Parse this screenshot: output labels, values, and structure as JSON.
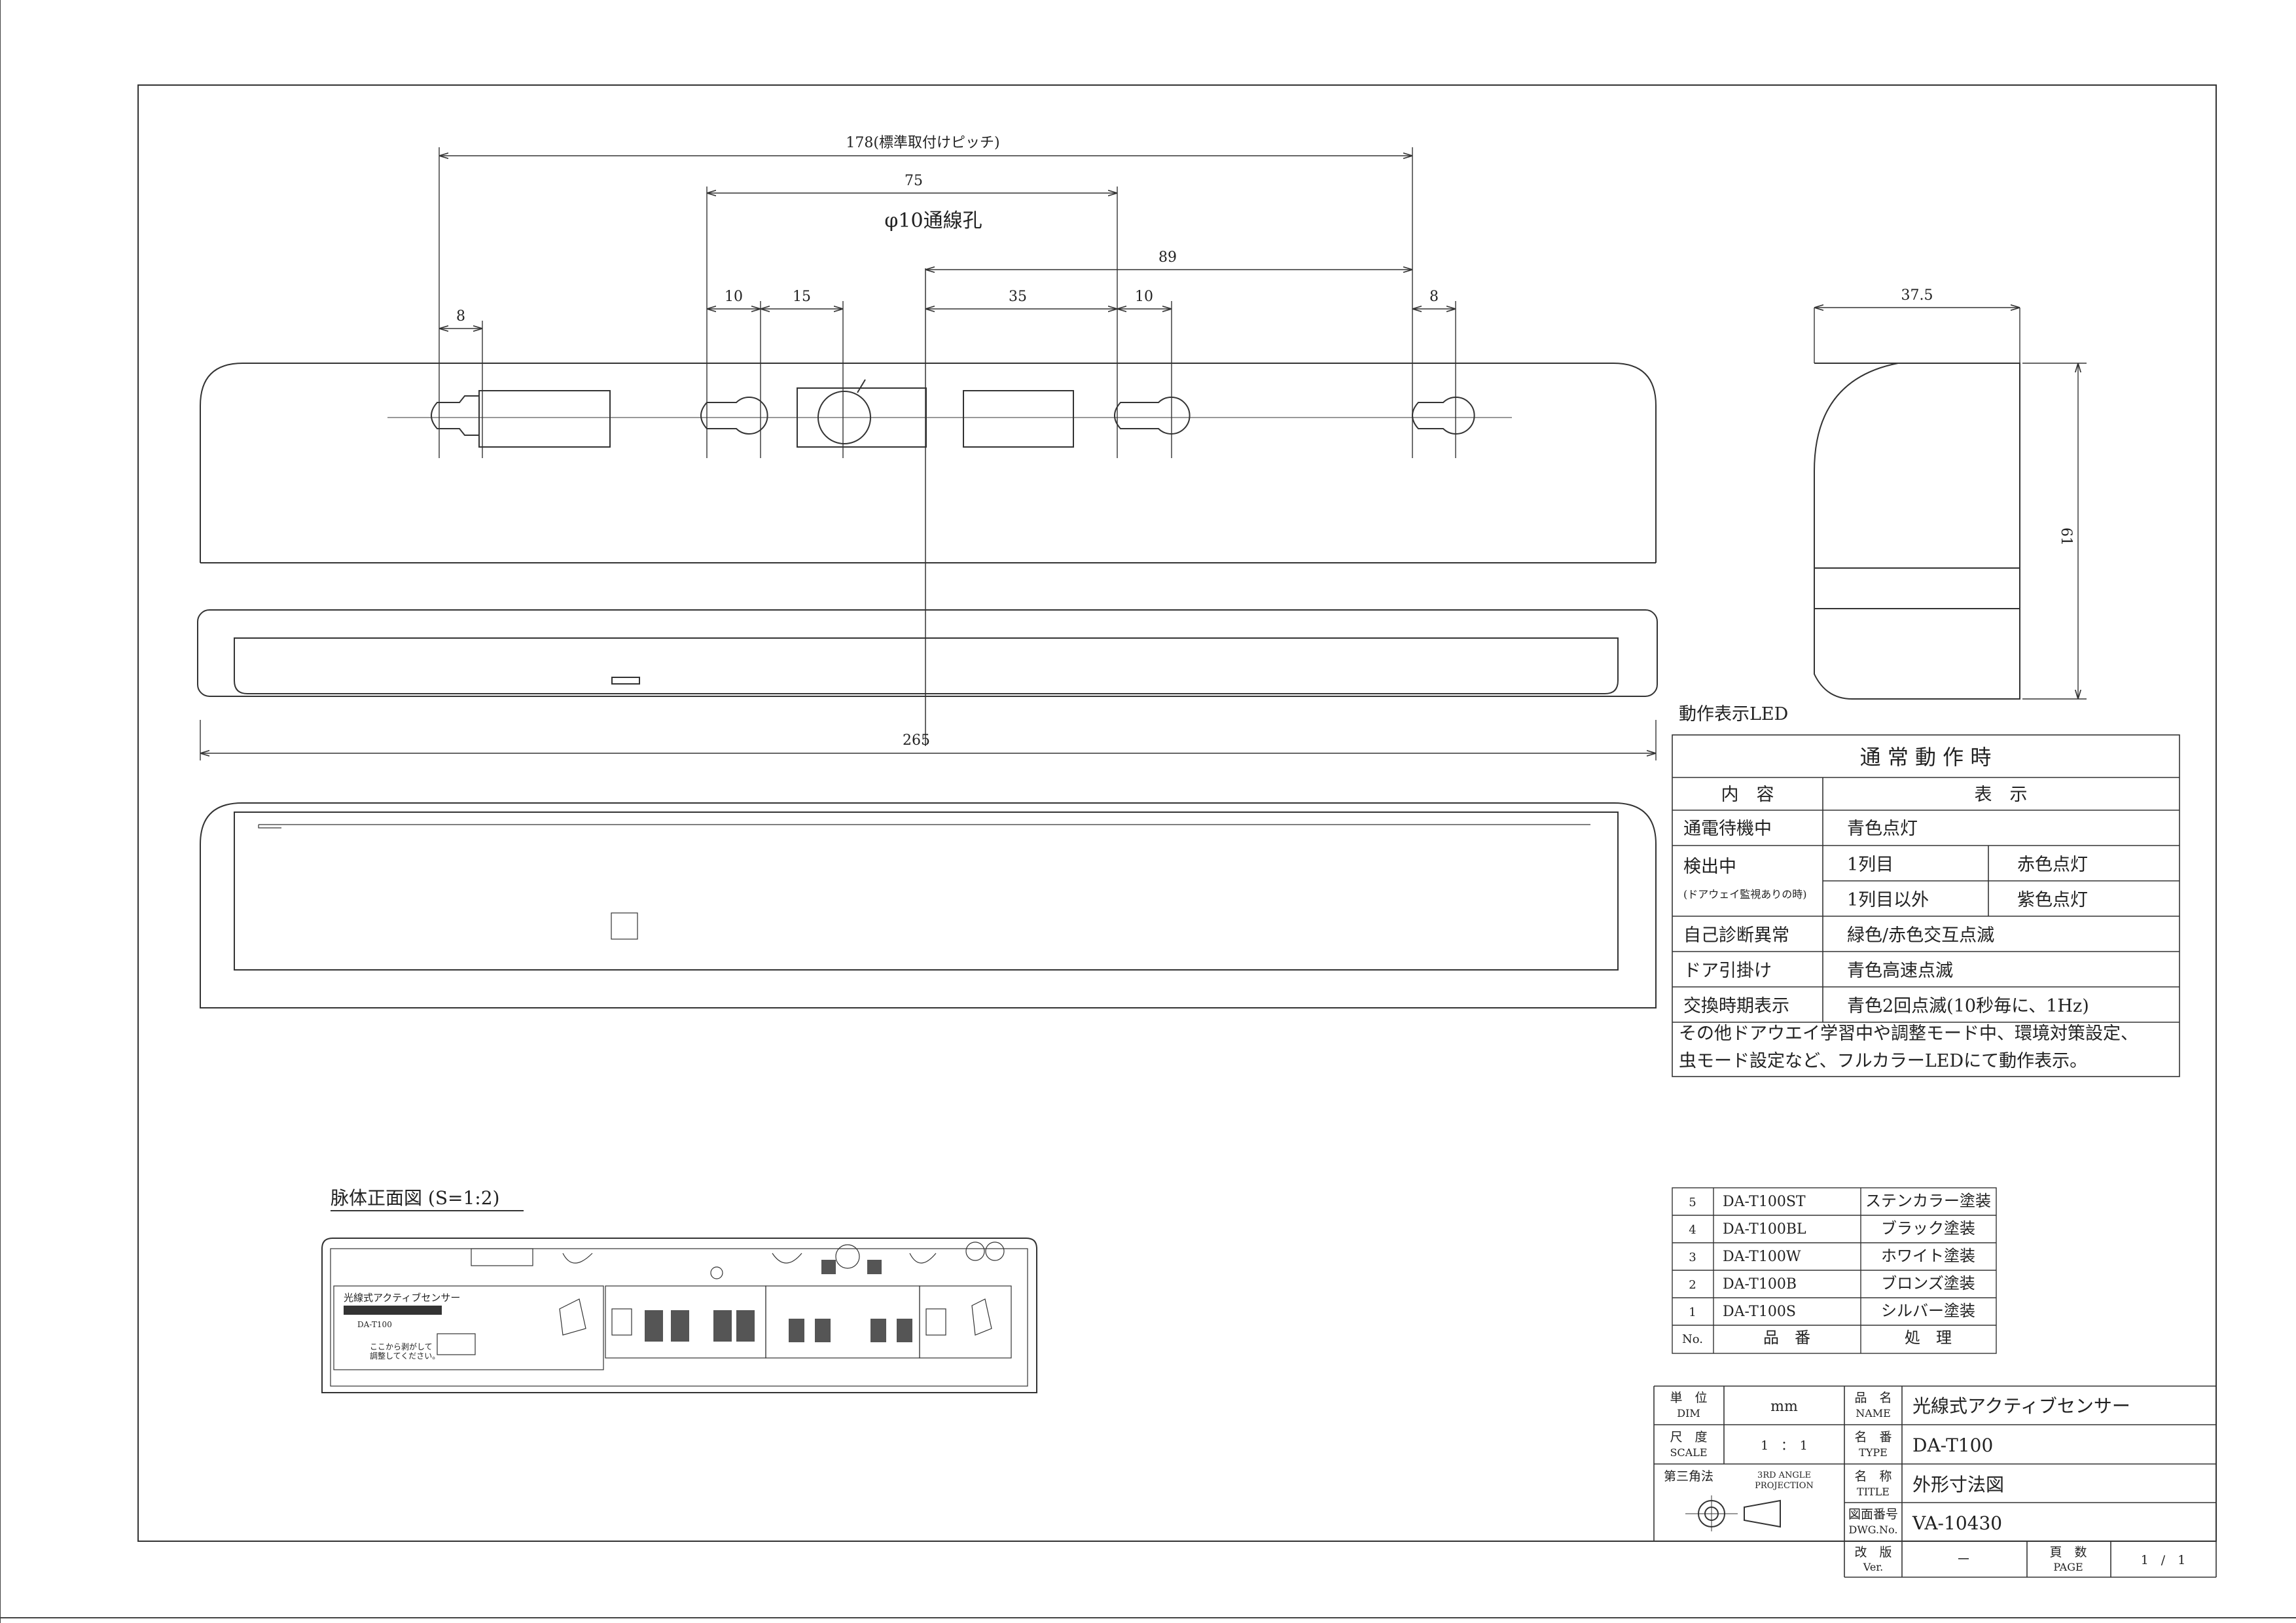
{
  "dims": {
    "d178": "178(標準取付けピッチ)",
    "d75": "75",
    "hole": "φ10通線孔",
    "d89": "89",
    "d8a": "8",
    "d10a": "10",
    "d15": "15",
    "d35": "35",
    "d10b": "10",
    "d8b": "8",
    "d265": "265",
    "d37_5": "37.5",
    "d61": "61"
  },
  "led_table": {
    "caption": "動作表示LED",
    "header": "通 常 動 作 時",
    "col1": "内　容",
    "col2": "表　示",
    "rows": {
      "r1_label": "通電待機中",
      "r1_value": "青色点灯",
      "r2_label": "検出中",
      "r2_sub": "(ドアウェイ監視ありの時)",
      "r2_a1": "1列目",
      "r2_a2": "赤色点灯",
      "r2_b1": "1列目以外",
      "r2_b2": "紫色点灯",
      "r3_label": "自己診断異常",
      "r3_value": "緑色/赤色交互点滅",
      "r4_label": "ドア引掛け",
      "r4_value": "青色高速点滅",
      "r5_label": "交換時期表示",
      "r5_value": "青色2回点滅(10秒毎に、1Hz)"
    },
    "note1": "その他ドアウエイ学習中や調整モード中、環境対策設定、",
    "note2": "虫モード設定など、フルカラーLEDにて動作表示。"
  },
  "panel_title": "脉体正面図 (S=1:2)",
  "panel": {
    "brand": "光線式アクティブセンサー",
    "model": "DA-T100",
    "hint1": "ここから剥がして",
    "hint2": "調整してください。"
  },
  "parts": {
    "rows": [
      {
        "no": "5",
        "code": "DA-T100ST",
        "finish": "ステンカラー塗装"
      },
      {
        "no": "4",
        "code": "DA-T100BL",
        "finish": "ブラック塗装"
      },
      {
        "no": "3",
        "code": "DA-T100W",
        "finish": "ホワイト塗装"
      },
      {
        "no": "2",
        "code": "DA-T100B",
        "finish": "ブロンズ塗装"
      },
      {
        "no": "1",
        "code": "DA-T100S",
        "finish": "シルバー塗装"
      }
    ],
    "h_no": "No.",
    "h_code": "品　番",
    "h_finish": "処　理"
  },
  "title_block": {
    "unit_jp": "単　位",
    "unit_en": "DIM",
    "unit_val": "mm",
    "scale_jp": "尺　度",
    "scale_en": "SCALE",
    "scale_val": "1　：　1",
    "proj_jp": "第三角法",
    "proj_en1": "3RD ANGLE",
    "proj_en2": "PROJECTION",
    "name_jp": "品　名",
    "name_en": "NAME",
    "name_val": "光線式アクティブセンサー",
    "type_jp": "名　番",
    "type_en": "TYPE",
    "type_val": "DA-T100",
    "title_jp": "名　称",
    "title_en": "TITLE",
    "title_val": "外形寸法図",
    "dwg_jp": "図面番号",
    "dwg_en": "DWG.No.",
    "dwg_val": "VA-10430",
    "ver_jp": "改　版",
    "ver_en": "Ver.",
    "ver_val": "－",
    "page_jp": "頁　数",
    "page_en": "PAGE",
    "page_val": "1　/　1"
  }
}
